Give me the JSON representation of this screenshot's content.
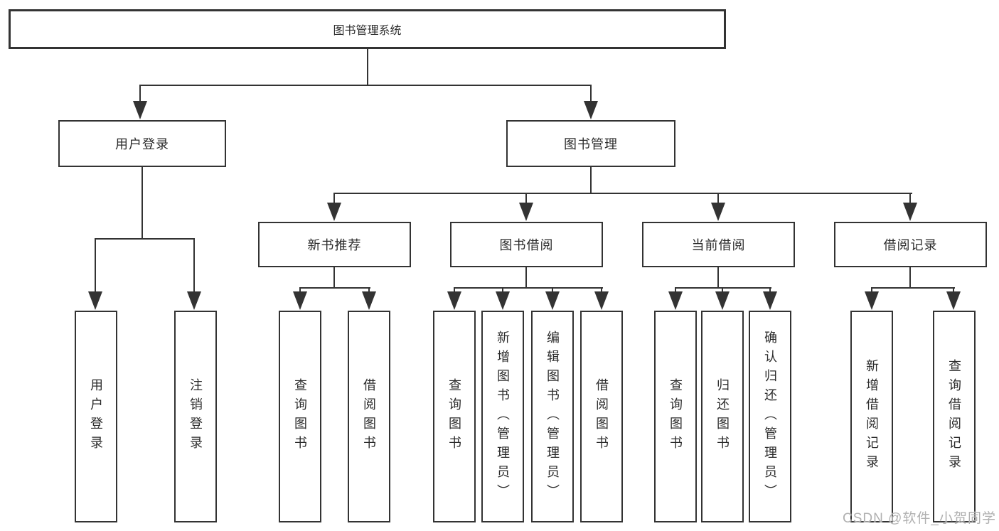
{
  "tree": {
    "label": "图书管理系统",
    "children": [
      {
        "label": "用户登录",
        "children": [
          {
            "label": "用户登录"
          },
          {
            "label": "注销登录"
          }
        ]
      },
      {
        "label": "图书管理",
        "children": [
          {
            "label": "新书推荐",
            "children": [
              {
                "label": "查询图书"
              },
              {
                "label": "借阅图书"
              }
            ]
          },
          {
            "label": "图书借阅",
            "children": [
              {
                "label": "查询图书"
              },
              {
                "label": "新增图书（管理员）"
              },
              {
                "label": "编辑图书（管理员）"
              },
              {
                "label": "借阅图书"
              }
            ]
          },
          {
            "label": "当前借阅",
            "children": [
              {
                "label": "查询图书"
              },
              {
                "label": "归还图书"
              },
              {
                "label": "确认归还（管理员）"
              }
            ]
          },
          {
            "label": "借阅记录",
            "children": [
              {
                "label": "新增借阅记录"
              },
              {
                "label": "查询借阅记录"
              }
            ]
          }
        ]
      }
    ]
  },
  "watermark": "CSDN @软件_小贺同学",
  "colors": {
    "line": "#333333",
    "text": "#2b2b2b",
    "background": "#ffffff",
    "watermark": "#b0b0b0"
  }
}
